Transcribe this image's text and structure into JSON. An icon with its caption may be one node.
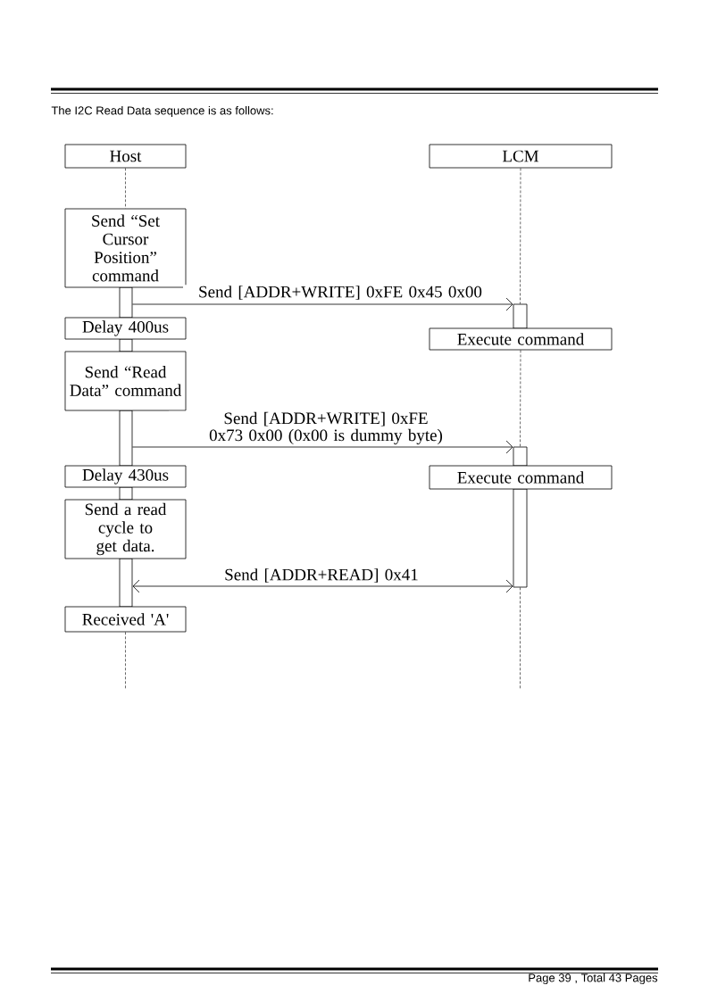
{
  "diagram": {
    "nodes": [
      {
        "text": [
          "Host"
        ]
      },
      {
        "text": [
          "LCM"
        ]
      },
      {
        "text": [
          "Send “Set Cursor Position” command"
        ]
      },
      {
        "text": [
          "Delay 400us"
        ]
      },
      {
        "text": [
          "Execute command"
        ]
      },
      {
        "text": [
          "Send “Read Data” command"
        ]
      },
      {
        "text": [
          "Delay 430us"
        ]
      },
      {
        "text": [
          "Execute command"
        ]
      },
      {
        "text": [
          "Send a read cycle to get data."
        ]
      },
      {
        "text": [
          "Received 'A'"
        ]
      },
      {
        "text": [],
        "shape": "bar"
      },
      {
        "text": [],
        "shape": "bar"
      },
      {
        "text": [],
        "shape": "bar"
      },
      {
        "text": [],
        "shape": "bar"
      },
      {
        "text": [],
        "shape": "bar"
      },
      {
        "text": [],
        "shape": "bar"
      },
      {
        "text": [],
        "shape": "bar"
      },
      {
        "text": [],
        "shape": "bar"
      }
    ],
    "edges": [
      {
        "from": 10,
        "to": 15,
        "arrow": "to",
        "label": "Send [ADDR+WRITE] 0xFE 0x45 0x00"
      },
      {
        "from": 12,
        "to": 16,
        "arrow": "to",
        "label": "Send [ADDR+WRITE] 0xFE 0x73 0x00 (0x00 is dummy byte)"
      },
      {
        "from": 14,
        "to": 17,
        "arrow": "both",
        "label": "Send [ADDR+READ] 0x41"
      },
      {
        "from": 0,
        "to": 2,
        "arrow": "none",
        "style": "dashed"
      },
      {
        "from": 1,
        "to": 15,
        "arrow": "none",
        "style": "dashed"
      },
      {
        "from": 4,
        "to": 16,
        "arrow": "none",
        "style": "dashed"
      },
      {
        "from": 9,
        "to": null,
        "arrow": "none",
        "style": "dashed"
      },
      {
        "from": 17,
        "to": null,
        "arrow": "none",
        "style": "dashed"
      }
    ],
    "labels": [
      "The I2C Read Data sequence is as follows:",
      "Page 39 , Total 43 Pages"
    ]
  }
}
